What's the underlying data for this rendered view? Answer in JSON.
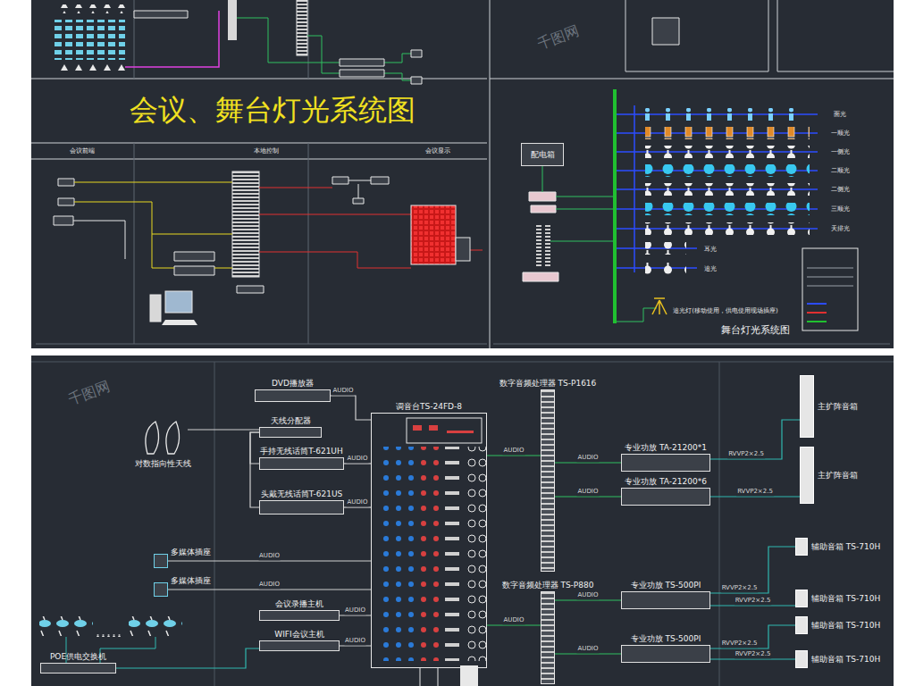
{
  "diagram": {
    "title": "会议、舞台灯光系统图",
    "nodes": [
      {
        "text": [
          "DVD播放器"
        ]
      },
      {
        "text": [
          "天线分配器"
        ]
      },
      {
        "text": [
          "手持无线话筒T-621UH"
        ]
      },
      {
        "text": [
          "头戴无线话筒T-621US"
        ]
      },
      {
        "text": [
          "对数指向性天线"
        ]
      },
      {
        "text": [
          "调音台TS-24FD-8"
        ]
      },
      {
        "text": [
          "数字音频处理器 TS-P1616"
        ]
      },
      {
        "text": [
          "数字音频处理器 TS-P880"
        ]
      },
      {
        "text": [
          "专业功放 TA-21200*1"
        ]
      },
      {
        "text": [
          "专业功放 TA-21200*6"
        ]
      },
      {
        "text": [
          "主扩阵音箱"
        ]
      },
      {
        "text": [
          "主扩阵音箱"
        ]
      },
      {
        "text": [
          "专业功放 TS-500PI"
        ]
      },
      {
        "text": [
          "专业功放 TS-500PI"
        ]
      },
      {
        "text": [
          "辅助音箱 TS-710H"
        ]
      },
      {
        "text": [
          "辅助音箱 TS-710H"
        ]
      },
      {
        "text": [
          "辅助音箱 TS-710H"
        ]
      },
      {
        "text": [
          "辅助音箱 TS-710H"
        ]
      },
      {
        "text": [
          "多媒体插座"
        ]
      },
      {
        "text": [
          "多媒体插座"
        ]
      },
      {
        "text": [
          "会议录播主机"
        ]
      },
      {
        "text": [
          "WIFI会议主机"
        ]
      },
      {
        "text": [
          "POE供电交换机"
        ]
      },
      {
        "text": [
          "配电箱"
        ]
      }
    ],
    "edges": [
      {
        "from": 0,
        "to": 5,
        "label": "AUDIO",
        "arrow": "none"
      },
      {
        "from": 4,
        "to": 1,
        "arrow": "none"
      },
      {
        "from": 1,
        "to": 2,
        "arrow": "none"
      },
      {
        "from": 1,
        "to": 3,
        "arrow": "none"
      },
      {
        "from": 2,
        "to": 5,
        "label": "AUDIO",
        "arrow": "none"
      },
      {
        "from": 3,
        "to": 5,
        "label": "AUDIO",
        "arrow": "none"
      },
      {
        "from": 18,
        "to": 5,
        "label": "AUDIO",
        "arrow": "none"
      },
      {
        "from": 19,
        "to": 5,
        "label": "AUDIO",
        "arrow": "none"
      },
      {
        "from": 20,
        "to": 5,
        "label": "AUDIO",
        "arrow": "none"
      },
      {
        "from": 21,
        "to": 5,
        "label": "AUDIO",
        "arrow": "none"
      },
      {
        "from": 22,
        "to": 21,
        "arrow": "none"
      },
      {
        "from": 5,
        "to": 6,
        "label": "AUDIO",
        "arrow": "none"
      },
      {
        "from": 5,
        "to": 7,
        "label": "AUDIO",
        "arrow": "none"
      },
      {
        "from": 6,
        "to": 8,
        "label": "AUDIO",
        "arrow": "none"
      },
      {
        "from": 6,
        "to": 9,
        "label": "AUDIO",
        "arrow": "none"
      },
      {
        "from": 8,
        "to": 10,
        "label": "RVVP2×2.5",
        "arrow": "none"
      },
      {
        "from": 9,
        "to": 11,
        "label": "RVVP2×2.5",
        "arrow": "none"
      },
      {
        "from": 7,
        "to": 12,
        "label": "AUDIO",
        "arrow": "none"
      },
      {
        "from": 7,
        "to": 13,
        "label": "AUDIO",
        "arrow": "none"
      },
      {
        "from": 12,
        "to": 14,
        "label": "RVVP2×2.5",
        "arrow": "none"
      },
      {
        "from": 12,
        "to": 15,
        "label": "RVVP2×2.5",
        "arrow": "none"
      },
      {
        "from": 13,
        "to": 16,
        "label": "RVVP2×2.5",
        "arrow": "none"
      },
      {
        "from": 13,
        "to": 17,
        "label": "RVVP2×2.5",
        "arrow": "none"
      }
    ],
    "labels": [
      "会议前端",
      "本地控制",
      "会议显示",
      "面光",
      "一顺光",
      "一侧光",
      "二顺光",
      "二侧光",
      "三顺光",
      "天排光",
      "耳光",
      "追光",
      "追光灯(移动使用，供电使用现场插座)",
      "舞台灯光系统图",
      "千图网",
      "千图网"
    ]
  }
}
